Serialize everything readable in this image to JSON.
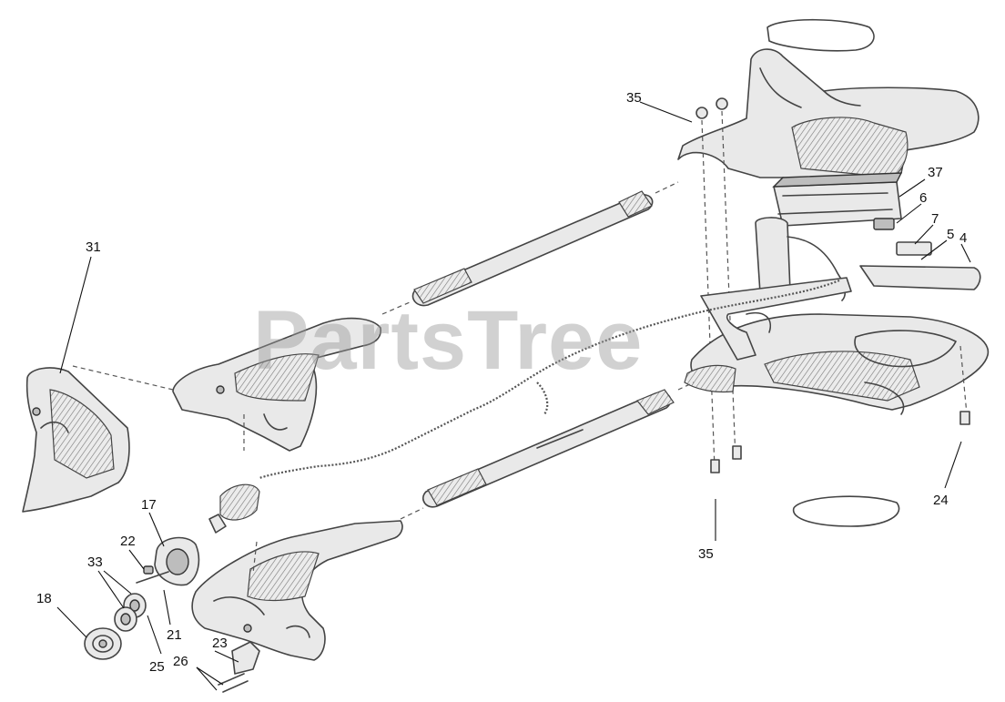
{
  "watermark": "PartsTree",
  "callouts": {
    "c35_top": "35",
    "c31": "31",
    "c37": "37",
    "c6": "6",
    "c7": "7",
    "c5": "5",
    "c4": "4",
    "c17": "17",
    "c22": "22",
    "c33": "33",
    "c18": "18",
    "c21": "21",
    "c25": "25",
    "c23": "23",
    "c26": "26",
    "c24": "24",
    "c35_bottom": "35"
  }
}
